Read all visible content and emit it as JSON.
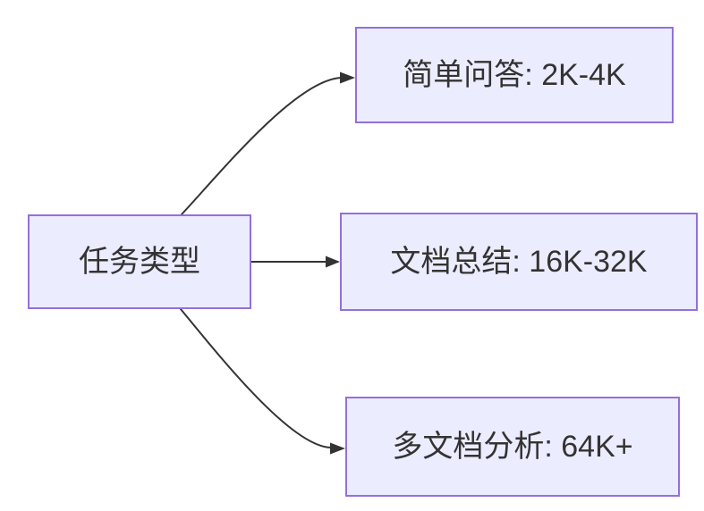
{
  "diagram": {
    "root": {
      "label": "任务类型"
    },
    "branches": [
      {
        "label": "简单问答: 2K-4K"
      },
      {
        "label": "文档总结: 16K-32K"
      },
      {
        "label": "多文档分析: 64K+"
      }
    ],
    "colors": {
      "node_fill": "#ECECFF",
      "node_border": "#9370DB",
      "text": "#333333",
      "arrow": "#333333",
      "background": "#FFFFFF"
    }
  }
}
